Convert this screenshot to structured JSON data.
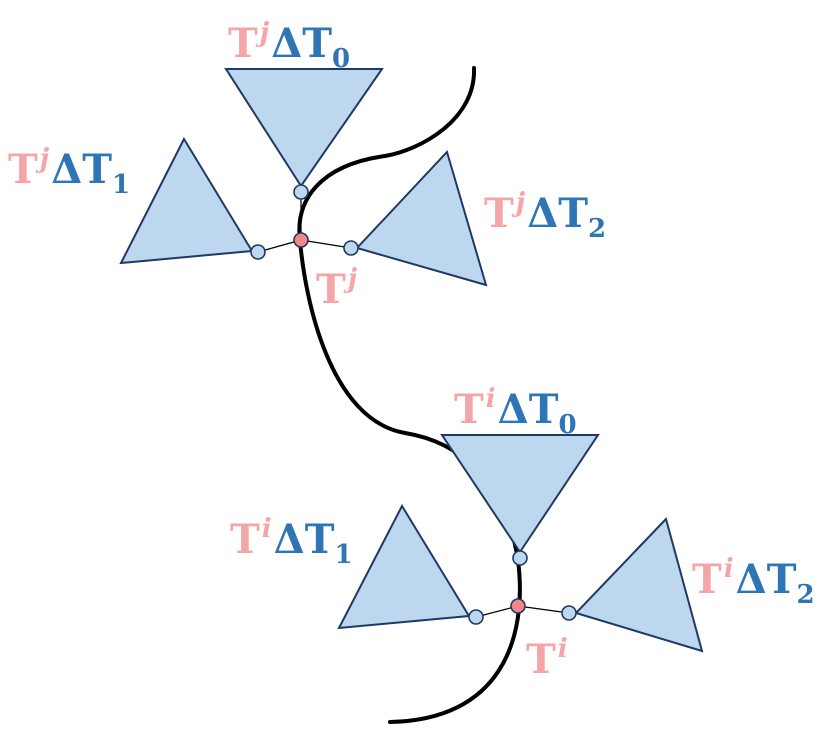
{
  "poses": [
    {
      "id": "j",
      "base": "T",
      "superscript": "j",
      "delta": "ΔT",
      "sub0": "0",
      "sub1": "1",
      "sub2": "2"
    },
    {
      "id": "i",
      "base": "T",
      "superscript": "i",
      "delta": "ΔT",
      "sub0": "0",
      "sub1": "1",
      "sub2": "2"
    }
  ],
  "colors": {
    "triangle_fill": "#bdd7ee",
    "triangle_stroke": "#1f3864",
    "pose_node": "#f4868a",
    "pose_label": "#f4a6a6",
    "delta_label": "#2e75b6",
    "trajectory": "#000000"
  }
}
